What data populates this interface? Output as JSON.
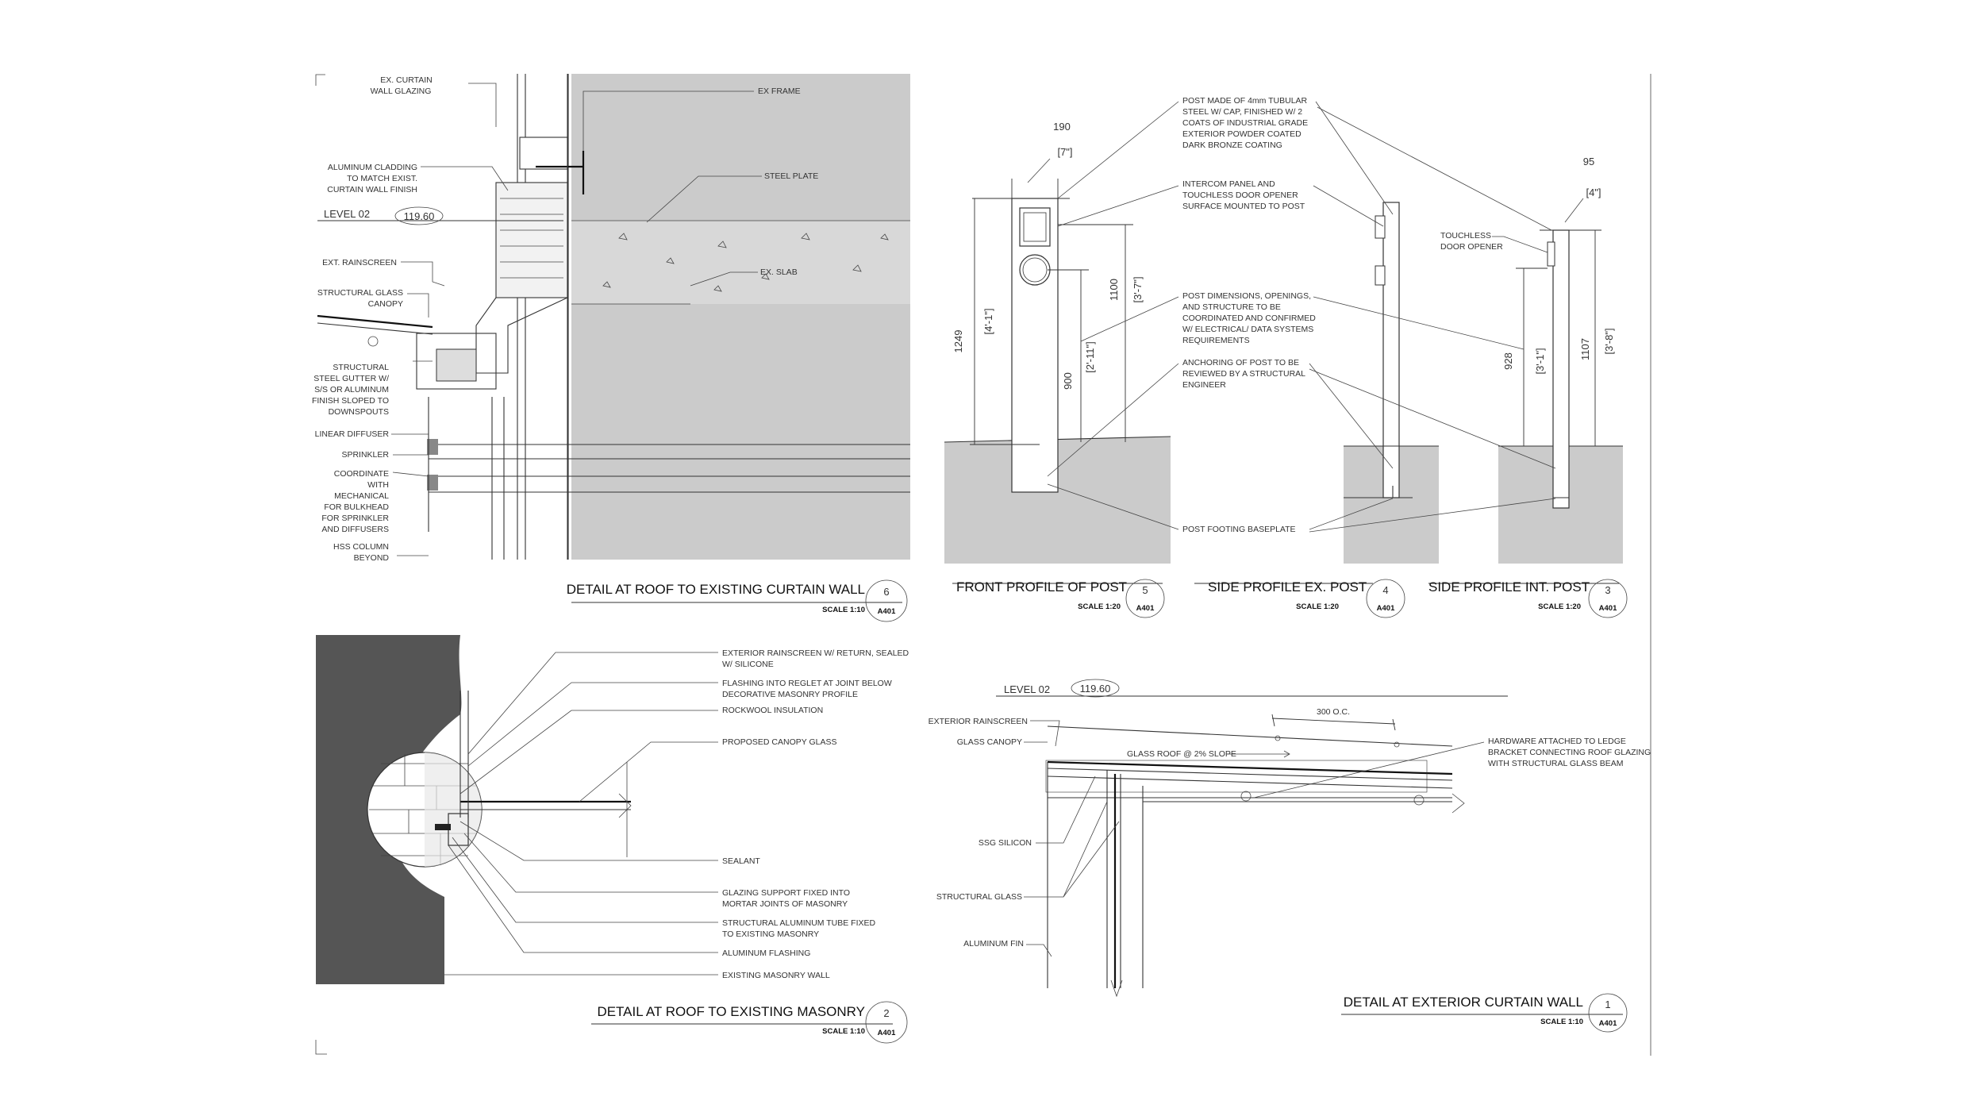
{
  "sheet": {
    "scale_prefix": "SCALE",
    "sheet_ref": "A401"
  },
  "detail6": {
    "title": "DETAIL AT ROOF TO EXISTING CURTAIN WALL",
    "number": "6",
    "scale": "SCALE 1:10",
    "level_label": "LEVEL 02",
    "level_value": "119.60",
    "notes": {
      "curtain_glazing": [
        "EX. CURTAIN",
        "WALL GLAZING"
      ],
      "ex_frame": "EX FRAME",
      "steel_plate": "STEEL PLATE",
      "ex_slab": "EX. SLAB",
      "aluminum_cladding": [
        "ALUMINUM CLADDING",
        "TO MATCH EXIST.",
        "CURTAIN WALL FINISH"
      ],
      "ext_rainscreen": "EXT. RAINSCREEN",
      "structural_glass_canopy": [
        "STRUCTURAL GLASS",
        "CANOPY"
      ],
      "gutter": [
        "STRUCTURAL",
        "STEEL GUTTER W/",
        "S/S OR ALUMINUM",
        "FINISH SLOPED TO",
        "DOWNSPOUTS"
      ],
      "linear_diffuser": "LINEAR DIFFUSER",
      "sprinkler": "SPRINKLER",
      "coordinate": [
        "COORDINATE",
        "WITH",
        "MECHANICAL",
        "FOR BULKHEAD",
        "FOR SPRINKLER",
        "AND DIFFUSERS"
      ],
      "hss_column": [
        "HSS COLUMN",
        "BEYOND"
      ]
    }
  },
  "detail5": {
    "title": "FRONT PROFILE OF POST",
    "number": "5",
    "scale": "SCALE 1:20",
    "dims": {
      "width_mm": "190",
      "width_in": "[7\"]",
      "height_mm": "1249",
      "height_in": "[4'-1\"]",
      "mid_mm": "900",
      "mid_in": "[2'-11\"]",
      "top_mm": "1100",
      "top_in": "[3'-7\"]"
    }
  },
  "detail4": {
    "title": "SIDE PROFILE EX. POST",
    "number": "4",
    "scale": "SCALE 1:20"
  },
  "detail3": {
    "title": "SIDE PROFILE INT. POST",
    "number": "3",
    "scale": "SCALE 1:20",
    "dims": {
      "width_mm": "95",
      "width_in": "[4\"]",
      "h1_mm": "928",
      "h1_in": "[3'-1\"]",
      "h2_mm": "1107",
      "h2_in": "[3'-8\"]"
    },
    "touchless": [
      "TOUCHLESS",
      "DOOR OPENER"
    ]
  },
  "post_notes": {
    "post_made": [
      "POST MADE OF 4mm TUBULAR",
      "STEEL W/ CAP, FINISHED W/ 2",
      "COATS OF INDUSTRIAL GRADE",
      "EXTERIOR POWDER COATED",
      "DARK BRONZE COATING"
    ],
    "intercom": [
      "INTERCOM PANEL AND",
      "TOUCHLESS DOOR OPENER",
      "SURFACE MOUNTED TO POST"
    ],
    "dimensions": [
      "POST DIMENSIONS, OPENINGS,",
      "AND STRUCTURE TO BE",
      "COORDINATED AND CONFIRMED",
      "W/ ELECTRICAL/ DATA SYSTEMS",
      "REQUIREMENTS"
    ],
    "anchoring": [
      "ANCHORING OF POST TO BE",
      "REVIEWED BY A STRUCTURAL",
      "ENGINEER"
    ],
    "footing": "POST FOOTING BASEPLATE"
  },
  "detail2": {
    "title": "DETAIL AT ROOF TO EXISTING MASONRY",
    "number": "2",
    "scale": "SCALE 1:10",
    "notes": {
      "rainscreen": [
        "EXTERIOR RAINSCREEN W/ RETURN, SEALED",
        "W/ SILICONE"
      ],
      "flashing": [
        "FLASHING INTO REGLET AT JOINT BELOW",
        "DECORATIVE MASONRY PROFILE"
      ],
      "rockwool": "ROCKWOOL INSULATION",
      "canopy_glass": "PROPOSED CANOPY GLASS",
      "sealant": "SEALANT",
      "glazing_support": [
        "GLAZING SUPPORT FIXED INTO",
        "MORTAR JOINTS OF MASONRY"
      ],
      "alu_tube": [
        "STRUCTURAL ALUMINUM TUBE FIXED",
        "TO EXISTING MASONRY"
      ],
      "alu_flashing": "ALUMINUM FLASHING",
      "masonry_wall": "EXISTING MASONRY WALL"
    }
  },
  "detail1": {
    "title": "DETAIL AT EXTERIOR CURTAIN WALL",
    "number": "1",
    "scale": "SCALE 1:10",
    "level_label": "LEVEL 02",
    "level_value": "119.60",
    "notes": {
      "ext_rainscreen": "EXTERIOR RAINSCREEN",
      "glass_canopy": "GLASS CANOPY",
      "glass_roof": "GLASS ROOF @ 2% SLOPE",
      "spacing": "300 O.C.",
      "hardware": [
        "HARDWARE ATTACHED TO LEDGE",
        "BRACKET CONNECTING ROOF GLAZING",
        "WITH STRUCTURAL GLASS BEAM"
      ],
      "ssg_silicon": "SSG SILICON",
      "structural_glass": "STRUCTURAL GLASS",
      "aluminum_fin": "ALUMINUM FIN"
    }
  }
}
